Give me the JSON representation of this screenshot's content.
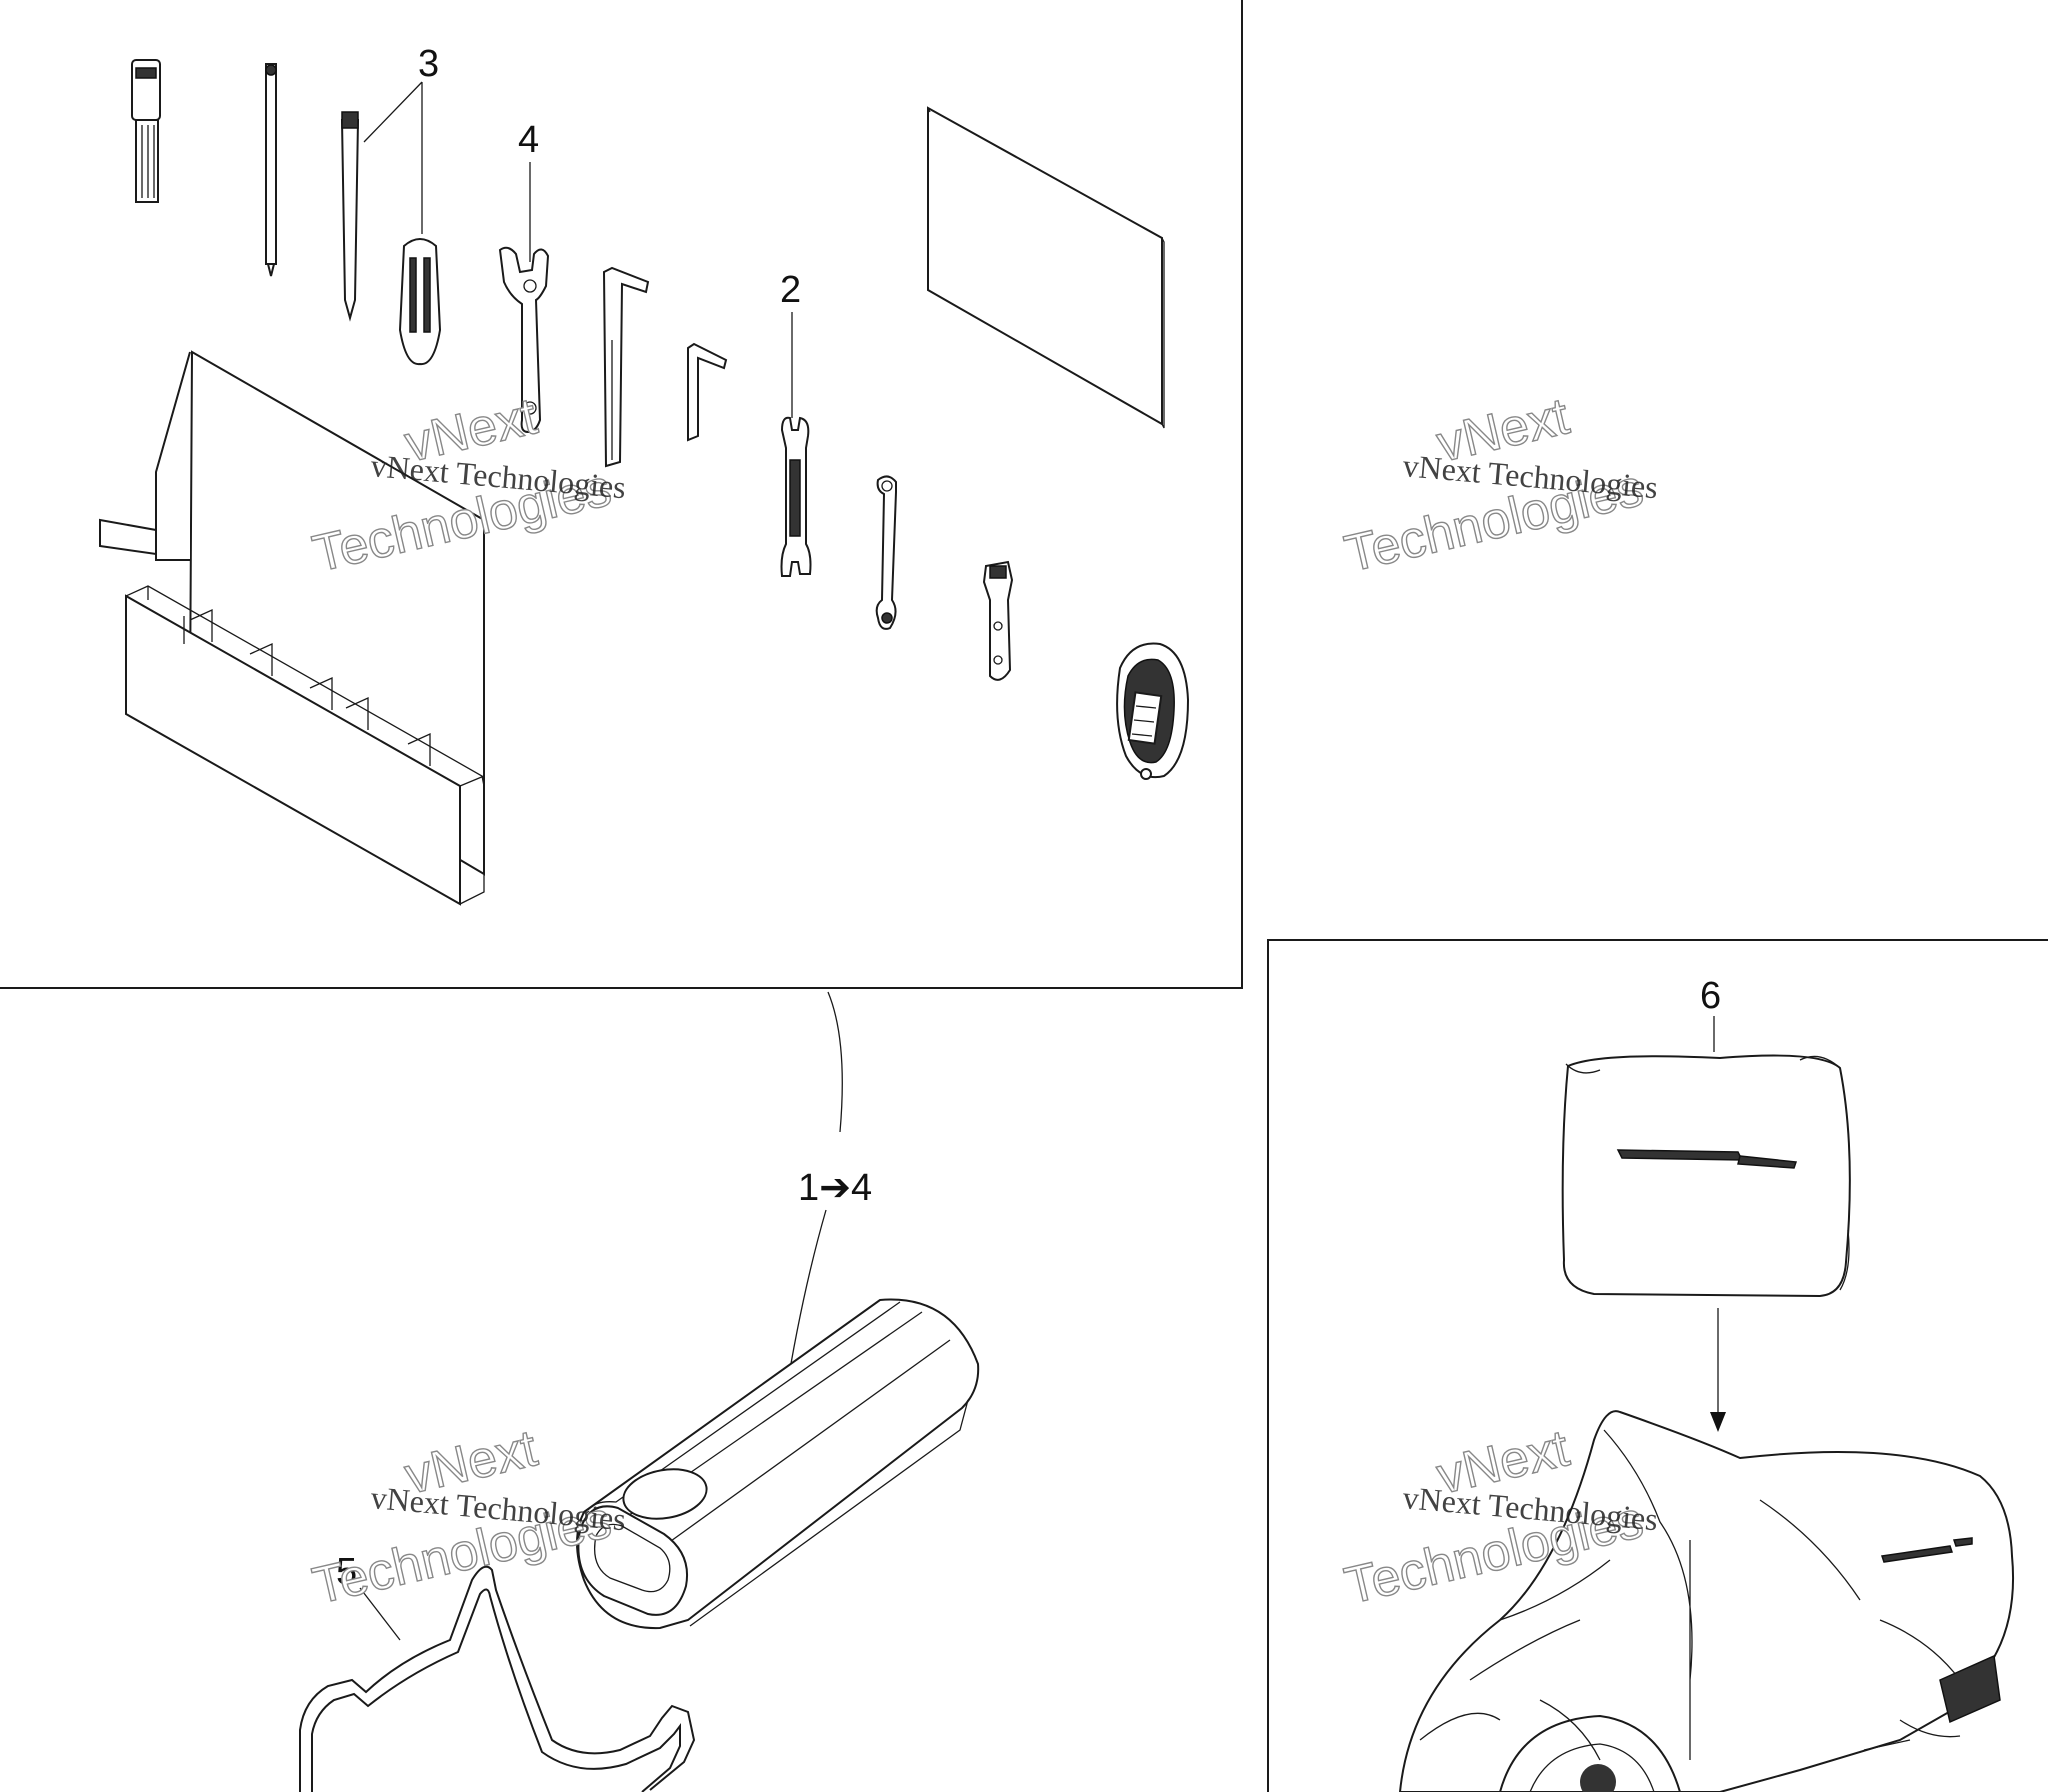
{
  "callouts": {
    "c1": "3",
    "c2": "4",
    "c3": "2",
    "c4": "1➔4",
    "c5": "5",
    "c6": "6"
  },
  "watermark": {
    "line1": "vNext Technologies",
    "line2a": "vNext",
    "line2b": "Technologies"
  }
}
